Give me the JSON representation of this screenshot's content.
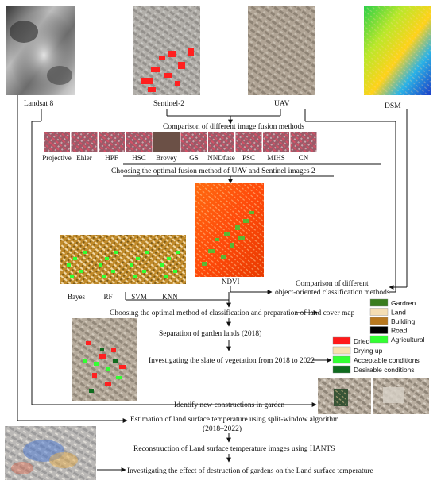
{
  "top_images": [
    {
      "label": "Landsat 8"
    },
    {
      "label": "Sentinel-2"
    },
    {
      "label": "UAV"
    },
    {
      "label": "DSM"
    }
  ],
  "steps": {
    "compare_fusion": "Comparison of different image fusion methods",
    "choose_fusion": "Choosing the optimal fusion method of UAV and Sentinel images 2",
    "compare_classification_1": "Comparison of different",
    "compare_classification_2": "object-oriented classification methods",
    "choose_classification": "Choosing the optimal method of classification and preparation of land cover map",
    "separation": "Separation of garden lands (2018)",
    "investigate_vegetation": "Investigating the slate of vegetation from 2018 to 2022",
    "identify_constructions": "Identify new constructions in garden",
    "lst_estimation_1": "Estimation of land surface temperature using split-window algorithm",
    "lst_estimation_2": "(2018–2022)",
    "reconstruction": "Reconstruction of Land surface temperature images using HANTS",
    "effect": "Investigating the effect of destruction of gardens on the Land surface temperature"
  },
  "fusion_methods": [
    "Projective",
    "Ehler",
    "HPF",
    "HSC",
    "Brovey",
    "GS",
    "NNDfuse",
    "PSC",
    "MIHS",
    "CN"
  ],
  "classifiers": [
    "Bayes",
    "RF",
    "SVM",
    "KNN"
  ],
  "ndvi_label": "NDVI",
  "land_cover_legend": [
    {
      "label": "Gardren",
      "color": "#3a7d1e"
    },
    {
      "label": "Land",
      "color": "#f5deb3"
    },
    {
      "label": "Building",
      "color": "#b8781e"
    },
    {
      "label": "Road",
      "color": "#000000"
    },
    {
      "label": "Agricultural",
      "color": "#33ff33"
    }
  ],
  "vegetation_legend": [
    {
      "label": "Dried",
      "color": "#ff1a1a"
    },
    {
      "label": "Drying up",
      "color": "#f8e2b0"
    },
    {
      "label": "Acceptable conditions",
      "color": "#33ff33"
    },
    {
      "label": "Desirable conditions",
      "color": "#0f6b1e"
    }
  ]
}
